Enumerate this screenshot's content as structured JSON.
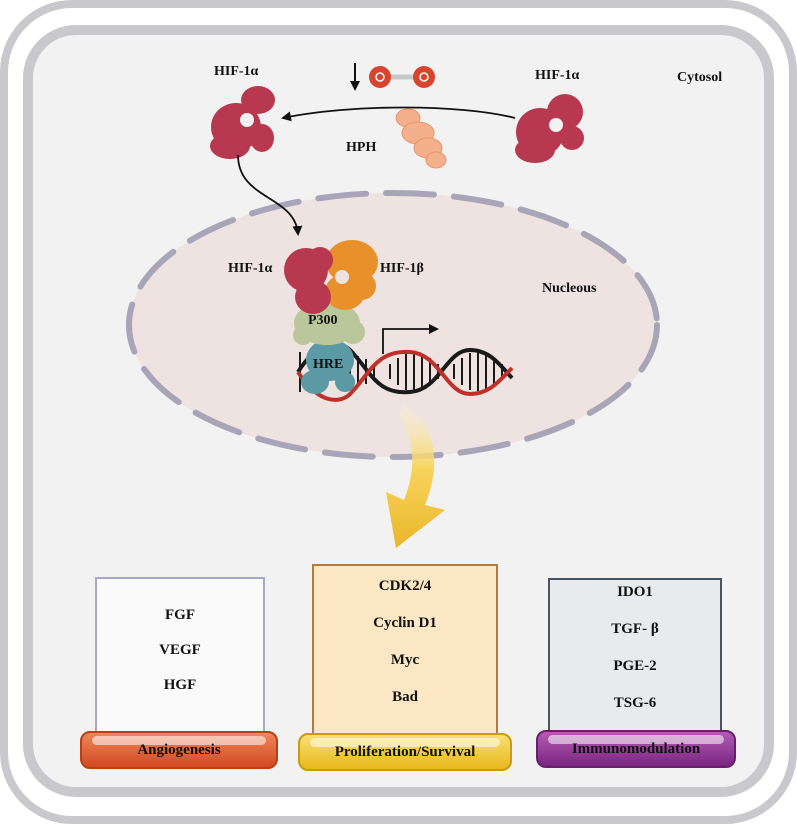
{
  "labels": {
    "hif1a_top_left": "HIF-1α",
    "hif1a_top_right": "HIF-1α",
    "hph": "HPH",
    "cytosol": "Cytosol",
    "hif1a_nucleus": "HIF-1α",
    "hif1b": "HIF-1β",
    "nucleus": "Nucleous",
    "p300": "P300",
    "hre": "HRE"
  },
  "boxes": [
    {
      "id": "angiogenesis",
      "items": [
        "FGF",
        "VEGF",
        "HGF"
      ],
      "badge": "Angiogenesis"
    },
    {
      "id": "proliferation",
      "items": [
        "CDK2/4",
        "Cyclin D1",
        "Myc",
        "Bad"
      ],
      "badge": "Proliferation/Survival"
    },
    {
      "id": "immunomodulation",
      "items": [
        "IDO1",
        "TGF- β",
        "PGE-2",
        "TSG-6"
      ],
      "badge": "Immunomodulation"
    }
  ],
  "colors": {
    "cell_border": "#c9c8cd",
    "cell_fill": "#f2f2f2",
    "nucleus_fill": "#eee3e0",
    "nuclear_envelope": "#a8a5b8",
    "hif1a": "#b8394f",
    "hif1b": "#e8902a",
    "hph": "#f4b08a",
    "p300": "#b9c79b",
    "hre": "#5b9aa4",
    "oxygen": "#d9442f",
    "dna_red": "#c0302a",
    "dna_black": "#1a1a1a",
    "arrow_yellow": "#f4c83a",
    "angiogenesis_badge": "#e0582a",
    "proliferation_badge": "#f1c52e",
    "immunomodulation_badge": "#8a2d8c",
    "angiogenesis_border": "#a9a7c6",
    "proliferation_border": "#b57a40",
    "immunomodulation_border": "#4b5560"
  },
  "icons": [
    "oxygen-molecule-icon",
    "hif1a-protein-icon",
    "hph-enzyme-icon",
    "dna-helix-icon",
    "transcription-arrow-icon"
  ]
}
